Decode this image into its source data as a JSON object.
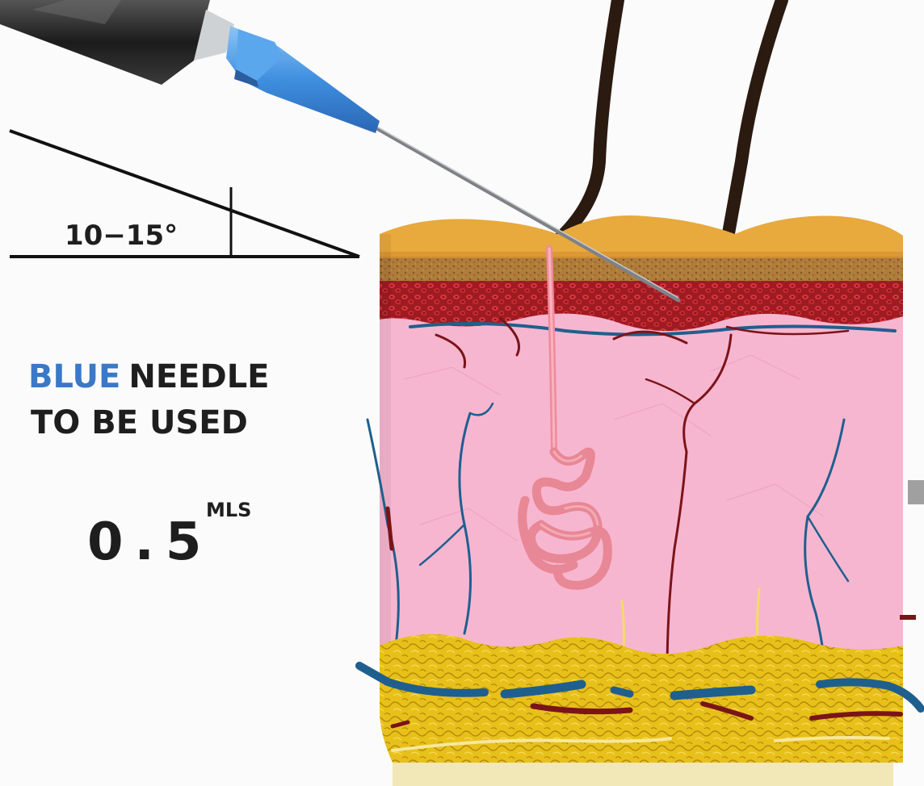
{
  "angle_label": "10−15°",
  "needle_text": {
    "color_word": "BLUE",
    "rest_line1": "NEEDLE",
    "line2": "TO BE USED"
  },
  "dose": {
    "value": "0.5",
    "unit": "MLS"
  },
  "colors": {
    "needle_blue": "#3a78c8",
    "text_dark": "#1e1e1e",
    "epidermis": "#e8a93d",
    "dermis": "#f5b5cf",
    "capillary_layer": "#b8232c",
    "fat": "#e9c21c",
    "vein": "#1f5f8e",
    "artery": "#7a1418",
    "hair": "#2a1a10"
  },
  "icons": [
    "syringe-icon",
    "angle-triangle-icon",
    "skin-cross-section-icon"
  ]
}
